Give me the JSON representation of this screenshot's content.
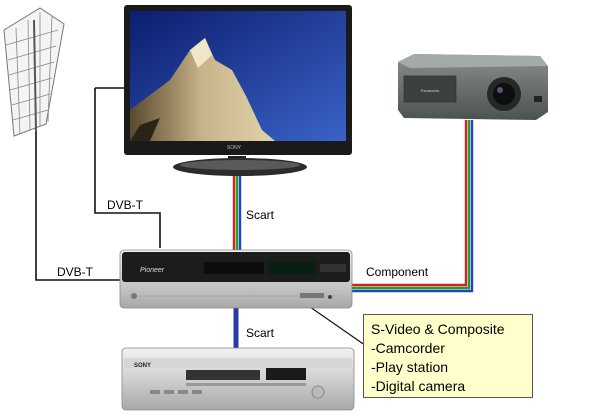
{
  "labels": {
    "dvbt_upper": "DVB-T",
    "dvbt_lower": "DVB-T",
    "scart_upper": "Scart",
    "scart_lower": "Scart",
    "component": "Component"
  },
  "callout": {
    "lines": [
      "S-Video & Composite",
      "-Camcorder",
      "-Play station",
      "-Digital camera"
    ]
  },
  "devices": {
    "tv_brand": "SONY",
    "recorder_brand": "Pioneer",
    "projector_brand": "Panasonic",
    "vcr_brand": "SONY"
  },
  "colors": {
    "cable_red": "#d42020",
    "cable_green": "#20a020",
    "cable_blue": "#2040d0",
    "callout_bg": "#ffffcc",
    "tv_screen_sky": "#1e3aa0"
  },
  "icons": [
    "antenna-icon",
    "tv-icon",
    "projector-icon",
    "dvd-recorder-icon",
    "vcr-icon"
  ]
}
